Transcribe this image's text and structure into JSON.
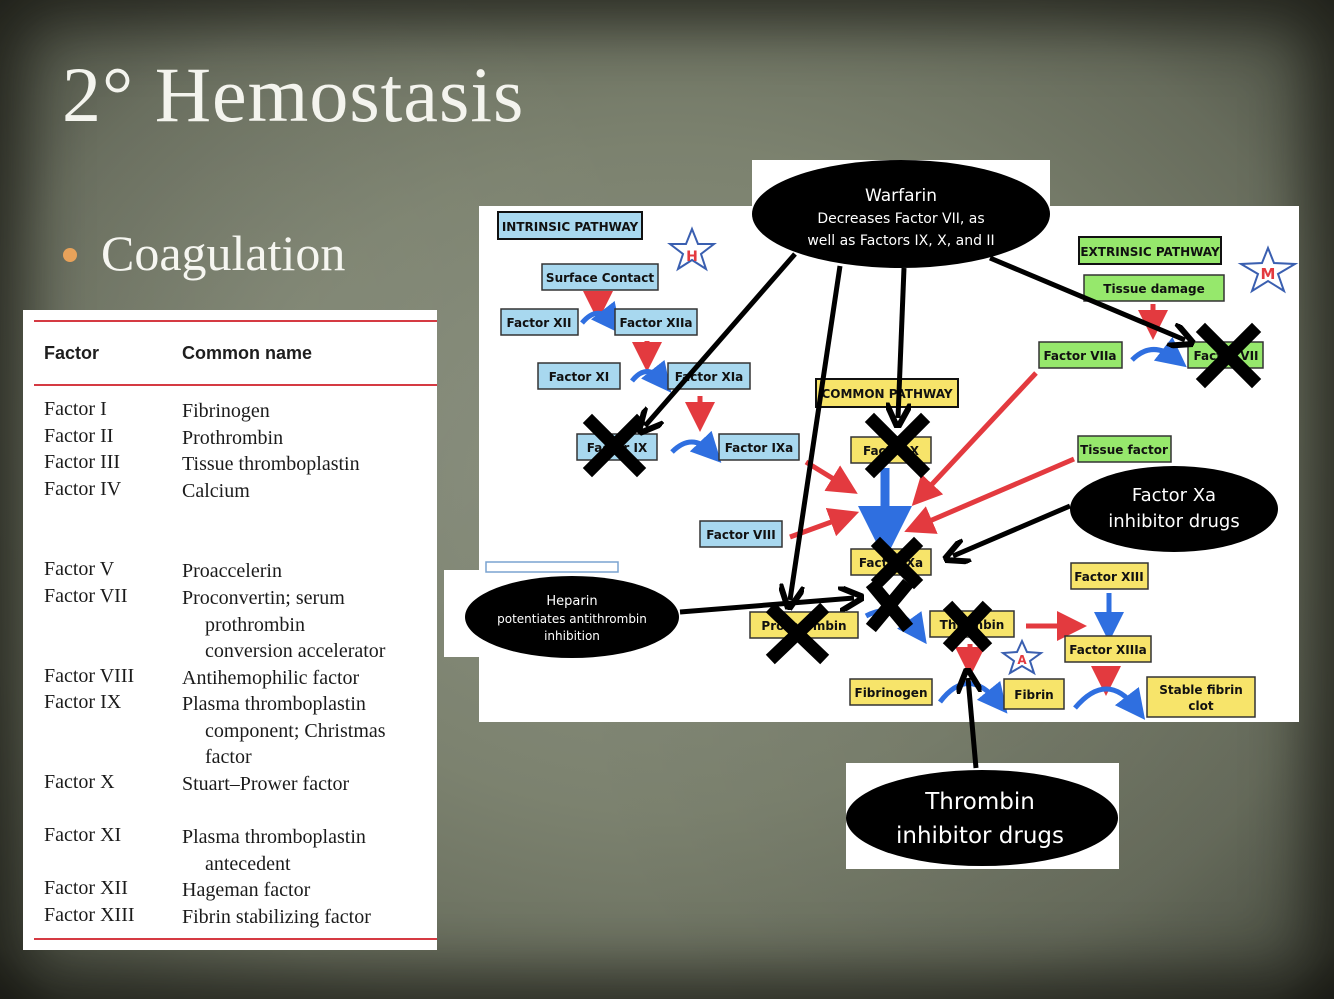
{
  "slide": {
    "title": "2° Hemostasis",
    "bullet": "Coagulation"
  },
  "table": {
    "headers": [
      "Factor",
      "Common name"
    ],
    "rows": [
      {
        "factor": "Factor I",
        "name": [
          "Fibrinogen"
        ]
      },
      {
        "factor": "Factor II",
        "name": [
          "Prothrombin"
        ]
      },
      {
        "factor": "Factor III",
        "name": [
          "Tissue thromboplastin"
        ]
      },
      {
        "factor": "Factor IV",
        "name": [
          "Calcium"
        ]
      },
      {
        "factor": "Factor V",
        "name": [
          "Proaccelerin"
        ]
      },
      {
        "factor": "Factor VII",
        "name": [
          "Proconvertin; serum",
          "prothrombin",
          "conversion accelerator"
        ]
      },
      {
        "factor": "Factor VIII",
        "name": [
          "Antihemophilic factor"
        ]
      },
      {
        "factor": "Factor IX",
        "name": [
          "Plasma thromboplastin",
          "component; Christmas",
          "factor"
        ]
      },
      {
        "factor": "Factor X",
        "name": [
          "Stuart–Prower factor"
        ]
      },
      {
        "factor": "Factor XI",
        "name": [
          "Plasma thromboplastin",
          "antecedent"
        ]
      },
      {
        "factor": "Factor XII",
        "name": [
          "Hageman factor"
        ]
      },
      {
        "factor": "Factor XIII",
        "name": [
          "Fibrin stabilizing factor"
        ]
      }
    ]
  },
  "diagram": {
    "intrinsic_label": "INTRINSIC PATHWAY",
    "extrinsic_label": "EXTRINSIC PATHWAY",
    "common_label": "COMMON PATHWAY",
    "star_h": "H",
    "star_m": "M",
    "star_a": "A",
    "boxes": {
      "surface_contact": "Surface Contact",
      "factor_xii": "Factor XII",
      "factor_xiia": "Factor XIIa",
      "factor_xi": "Factor XI",
      "factor_xia": "Factor XIa",
      "factor_ix": "Factor IX",
      "factor_ixa": "Factor IXa",
      "factor_viii": "Factor VIII",
      "tissue_damage": "Tissue damage",
      "factor_viia": "Factor VIIa",
      "factor_vii": "Factor VII",
      "tissue_factor": "Tissue factor",
      "factor_x": "Factor X",
      "factor_xa": "Factor Xa",
      "prothrombin": "Prothrombin",
      "thrombin": "Thrombin",
      "factor_xiii": "Factor XIII",
      "factor_xiiia": "Factor XIIIa",
      "fibrinogen": "Fibrinogen",
      "fibrin": "Fibrin",
      "stable_clot": [
        "Stable fibrin",
        "clot"
      ]
    },
    "warfarin": [
      "Warfarin",
      "Decreases Factor VII, as",
      "well as Factors IX, X, and II"
    ],
    "heparin": [
      "Heparin",
      "potentiates antithrombin",
      "inhibition"
    ],
    "xa_inhibitor": [
      "Factor Xa",
      "inhibitor drugs"
    ],
    "thrombin_inhibitor": [
      "Thrombin",
      "inhibitor drugs"
    ]
  },
  "colors": {
    "blue_box": "#a8d8ef",
    "green_box": "#96e86c",
    "yellow_box": "#f7e46a",
    "red_arrow": "#e33a3f",
    "blue_arrow": "#2f6fe0",
    "bullet": "#e8a25a",
    "table_rule": "#d53a43"
  }
}
